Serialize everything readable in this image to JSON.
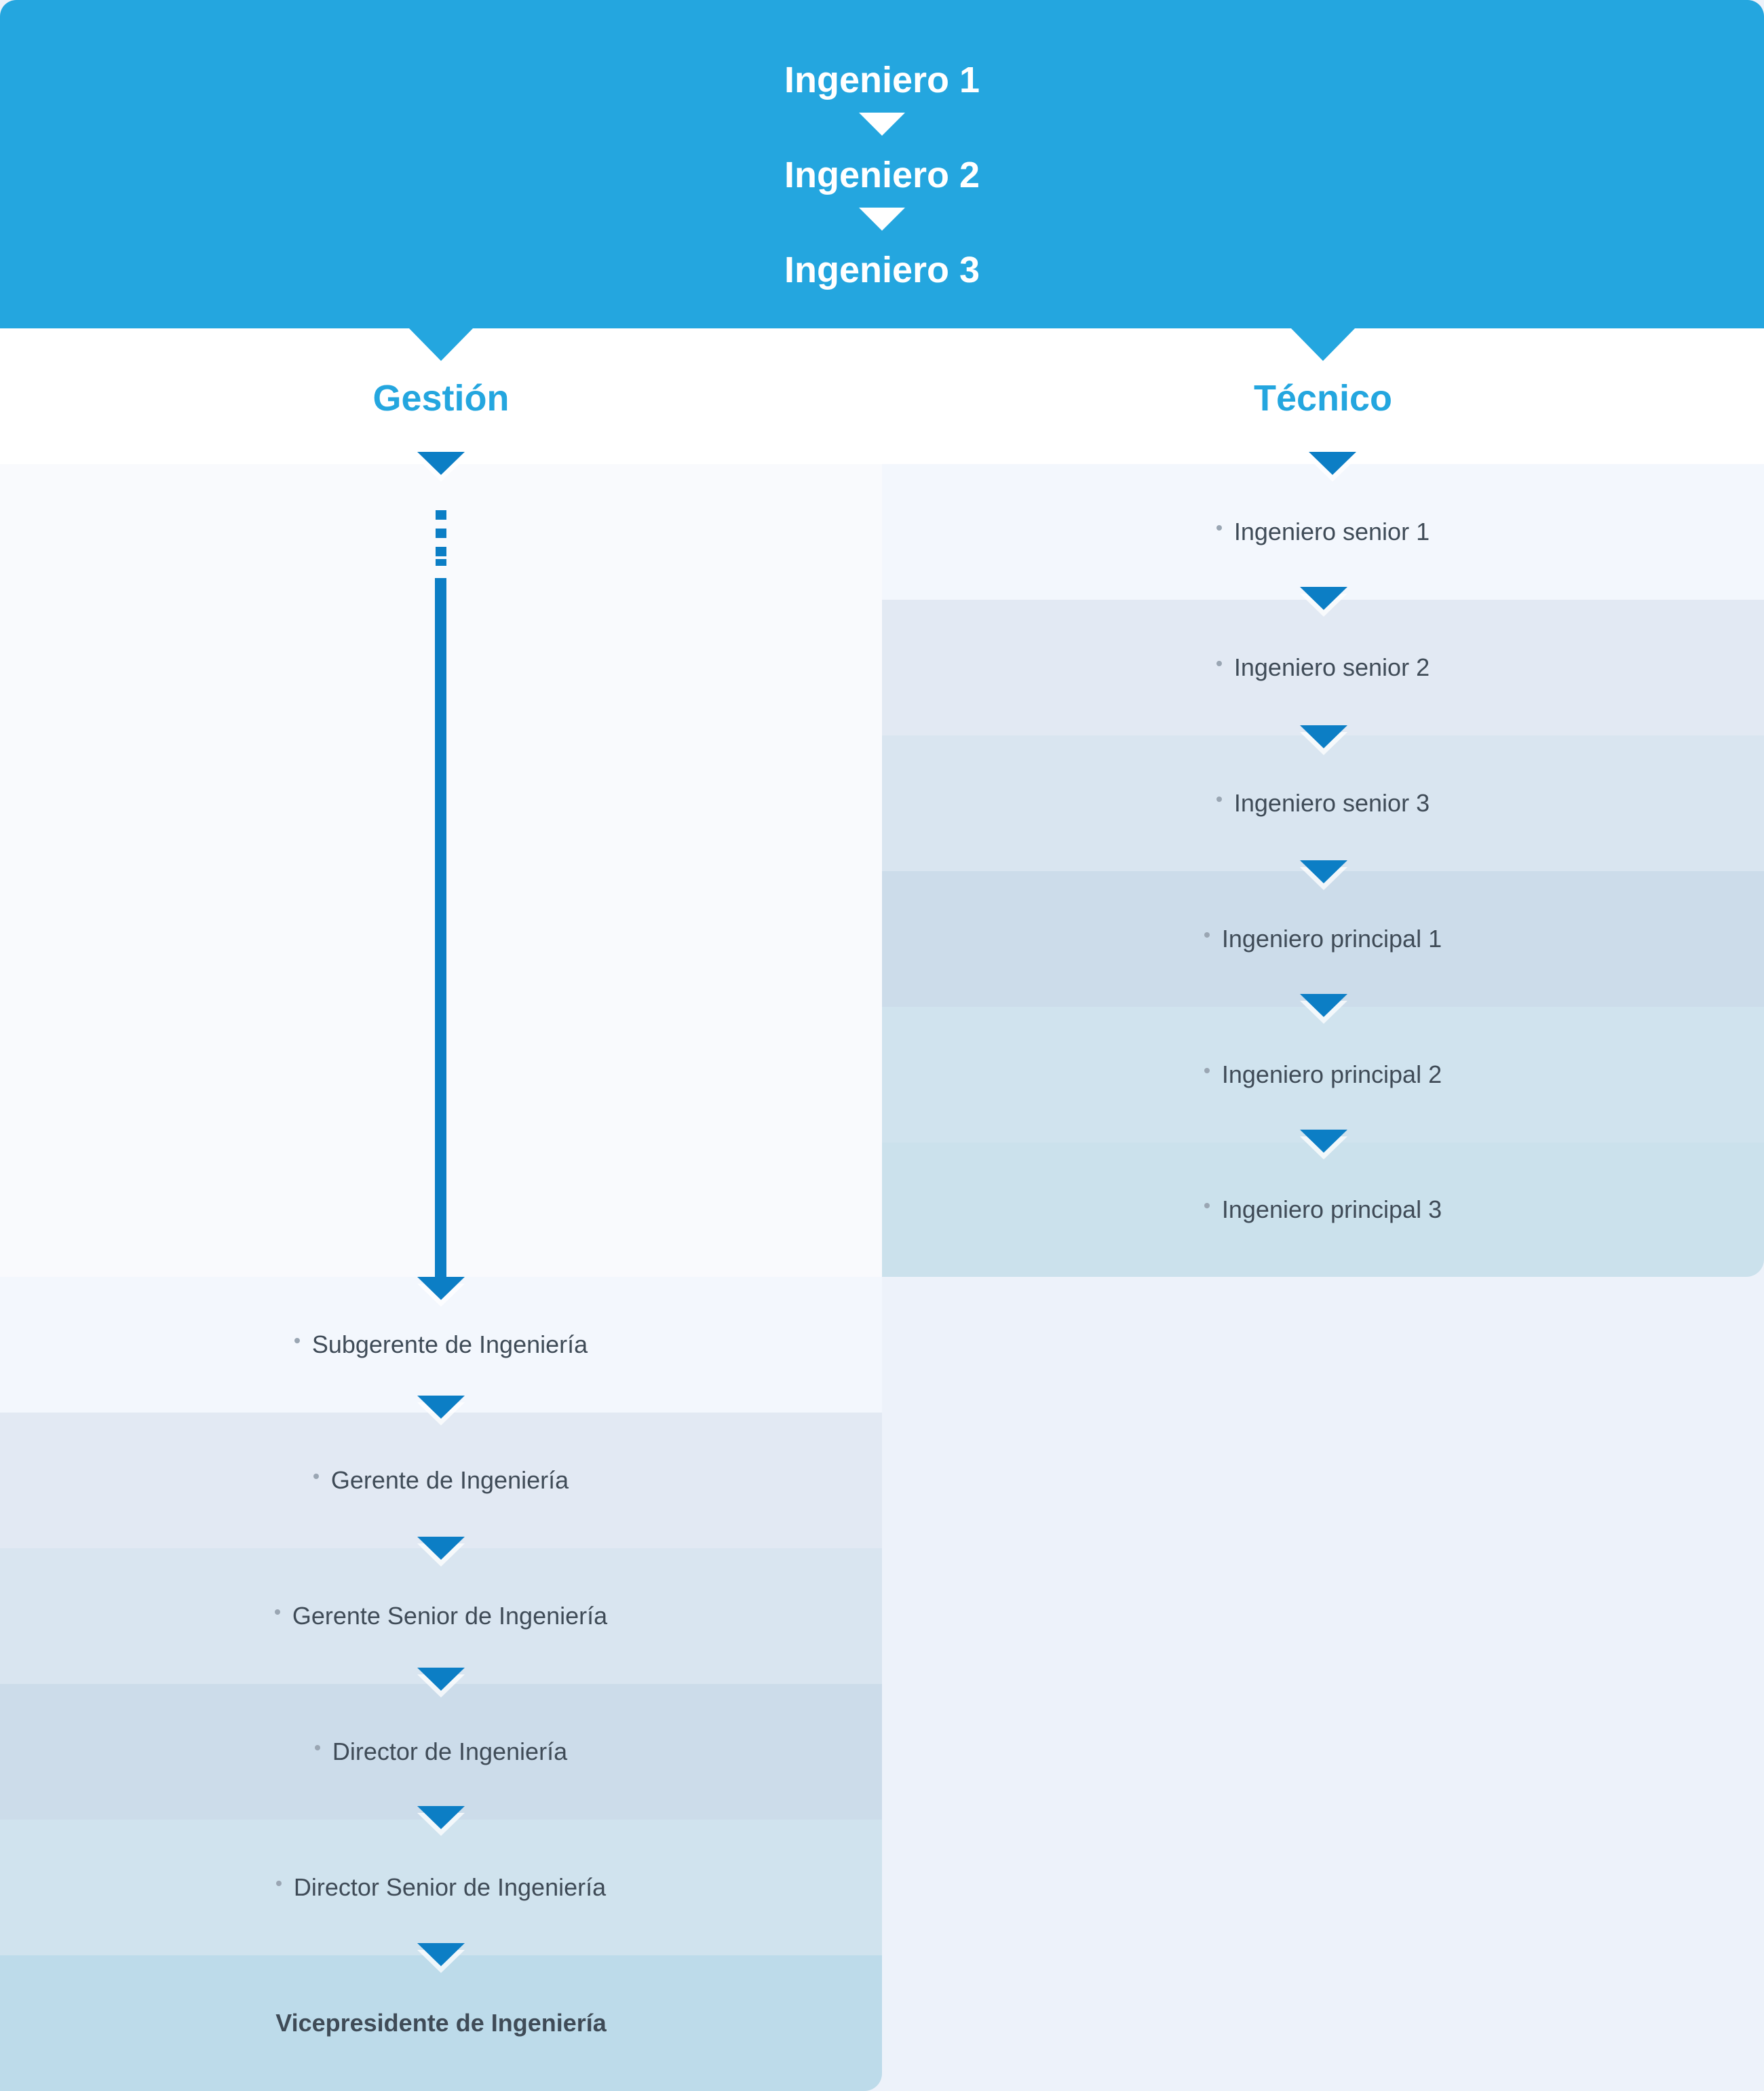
{
  "header": {
    "levels": [
      "Ingeniero 1",
      "Ingeniero 2",
      "Ingeniero 3"
    ]
  },
  "management": {
    "title": "Gestión",
    "steps": [
      {
        "label": "Subgerente de Ingeniería",
        "color": "#f3f7fd"
      },
      {
        "label": "Gerente de Ingeniería",
        "color": "#e2e9f3"
      },
      {
        "label": "Gerente Senior de Ingeniería",
        "color": "#d9e5f0"
      },
      {
        "label": "Director de Ingeniería",
        "color": "#ccdcea"
      },
      {
        "label": "Director Senior de Ingeniería",
        "color": "#d0e3ee"
      },
      {
        "label": "Vicepresidente de Ingeniería",
        "color": "#bddbea"
      }
    ]
  },
  "technical": {
    "title": "Técnico",
    "steps": [
      {
        "label": "Ingeniero senior 1",
        "color": "#f3f7fd"
      },
      {
        "label": "Ingeniero senior 2",
        "color": "#e2e9f3"
      },
      {
        "label": "Ingeniero senior 3",
        "color": "#d9e5f0"
      },
      {
        "label": "Ingeniero principal 1",
        "color": "#ccdcea"
      },
      {
        "label": "Ingeniero principal 2",
        "color": "#d0e3ee"
      },
      {
        "label": "Ingeniero principal 3",
        "color": "#cbe1ec"
      }
    ]
  },
  "colors": {
    "header": "#24a6df",
    "accent": "#0c7ec5",
    "title": "#24a6df",
    "background": "#edf2fa",
    "gap": "#f9fafd"
  }
}
